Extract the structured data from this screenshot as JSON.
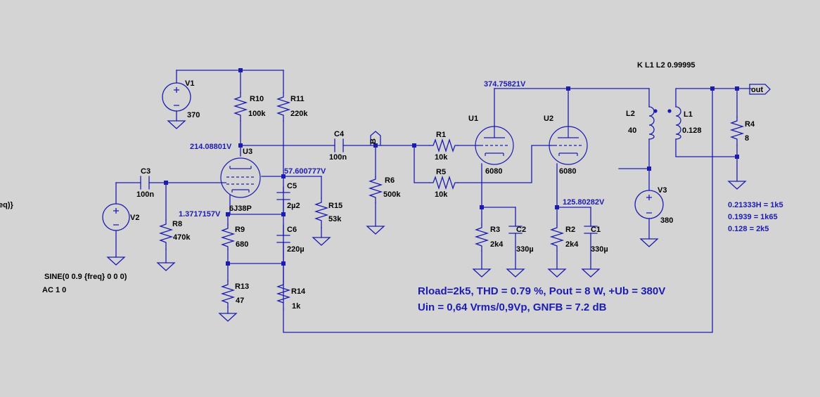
{
  "components": {
    "v1": {
      "name": "V1",
      "value": "370"
    },
    "v2": {
      "name": "V2",
      "value": ""
    },
    "v3": {
      "name": "V3",
      "value": "380"
    },
    "r10": {
      "name": "R10",
      "value": "100k"
    },
    "r11": {
      "name": "R11",
      "value": "220k"
    },
    "r8": {
      "name": "R8",
      "value": "470k"
    },
    "r9": {
      "name": "R9",
      "value": "680"
    },
    "r13": {
      "name": "R13",
      "value": "47"
    },
    "r14": {
      "name": "R14",
      "value": "1k"
    },
    "r15": {
      "name": "R15",
      "value": "53k"
    },
    "r6": {
      "name": "R6",
      "value": "500k"
    },
    "r1": {
      "name": "R1",
      "value": "10k"
    },
    "r5": {
      "name": "R5",
      "value": "10k"
    },
    "r3": {
      "name": "R3",
      "value": "2k4"
    },
    "r2": {
      "name": "R2",
      "value": "2k4"
    },
    "r4": {
      "name": "R4",
      "value": "8"
    },
    "c3": {
      "name": "C3",
      "value": "100n"
    },
    "c4": {
      "name": "C4",
      "value": "100n"
    },
    "c5": {
      "name": "C5",
      "value": "2µ2"
    },
    "c6": {
      "name": "C6",
      "value": "220µ"
    },
    "c2": {
      "name": "C2",
      "value": "330µ"
    },
    "c1": {
      "name": "C1",
      "value": "330µ"
    },
    "u3": {
      "name": "U3",
      "value": "6J38P"
    },
    "u1": {
      "name": "U1",
      "value": "6080"
    },
    "u2": {
      "name": "U2",
      "value": "6080"
    },
    "l2": {
      "name": "L2",
      "value": "40"
    },
    "l1": {
      "name": "L1",
      "value": "0.128"
    }
  },
  "node_voltages": {
    "u3_plate": "214.08801V",
    "u3_screen": "57.600777V",
    "u3_cathode": "1.3717157V",
    "b_plus": "374.75821V",
    "u2_cathode": "125.80282V"
  },
  "labels": {
    "net_b": "B",
    "out": "out",
    "coupling": "K L1 L2 0.99995",
    "freq_fragment": "eq)}"
  },
  "directives": {
    "sine": "SINE(0 0.9 {freq} 0 0 0)",
    "ac": "AC 1 0"
  },
  "notes": [
    "0.21333H = 1k5",
    "0.1939 = 1k65",
    "0.128 = 2k5"
  ],
  "summary": {
    "line1": "Rload=2k5, THD = 0.79 %, Pout = 8 W, +Ub = 380V",
    "line2": "Uin = 0,64 Vrms/0,9Vp, GNFB = 7.2 dB"
  },
  "colors": {
    "wire": "#1c1cb2",
    "background": "#d4d4d4",
    "text": "#000000"
  }
}
